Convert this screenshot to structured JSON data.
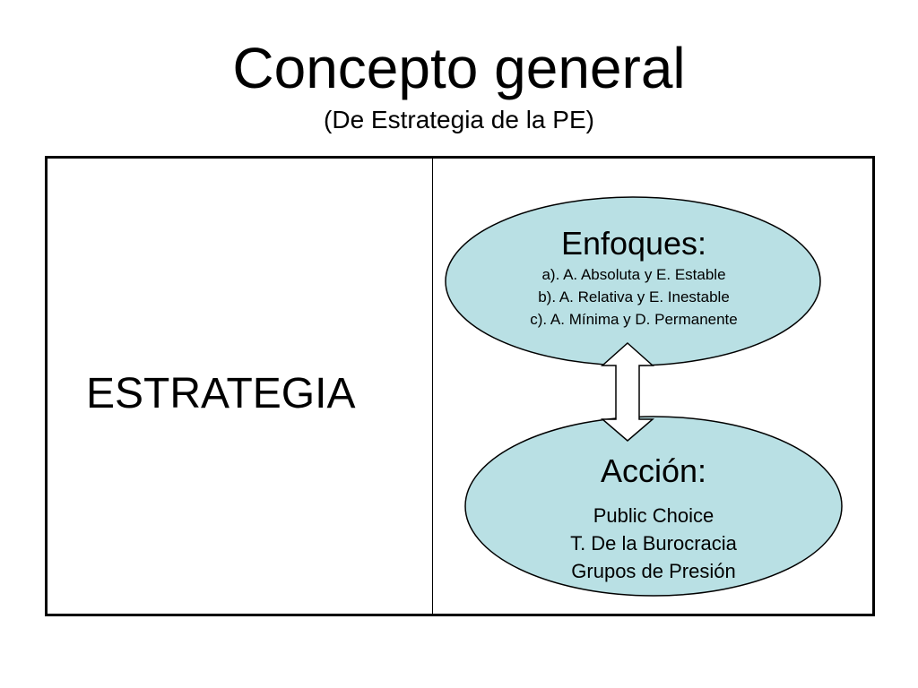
{
  "slide": {
    "title": "Concepto general",
    "subtitle": "(De Estrategia de la PE)"
  },
  "left_panel": {
    "label": "ESTRATEGIA"
  },
  "enfoques": {
    "title": "Enfoques:",
    "items": [
      "a). A. Absoluta y E. Estable",
      "b). A. Relativa y E. Inestable",
      "c). A. Mínima y D. Permanente"
    ]
  },
  "accion": {
    "title": "Acción:",
    "items": [
      "Public Choice",
      "T. De la Burocracia",
      "Grupos de Presión"
    ]
  },
  "colors": {
    "ellipse_fill": "#b9e0e4",
    "arrow_fill": "#ffffff",
    "stroke": "#000000"
  }
}
